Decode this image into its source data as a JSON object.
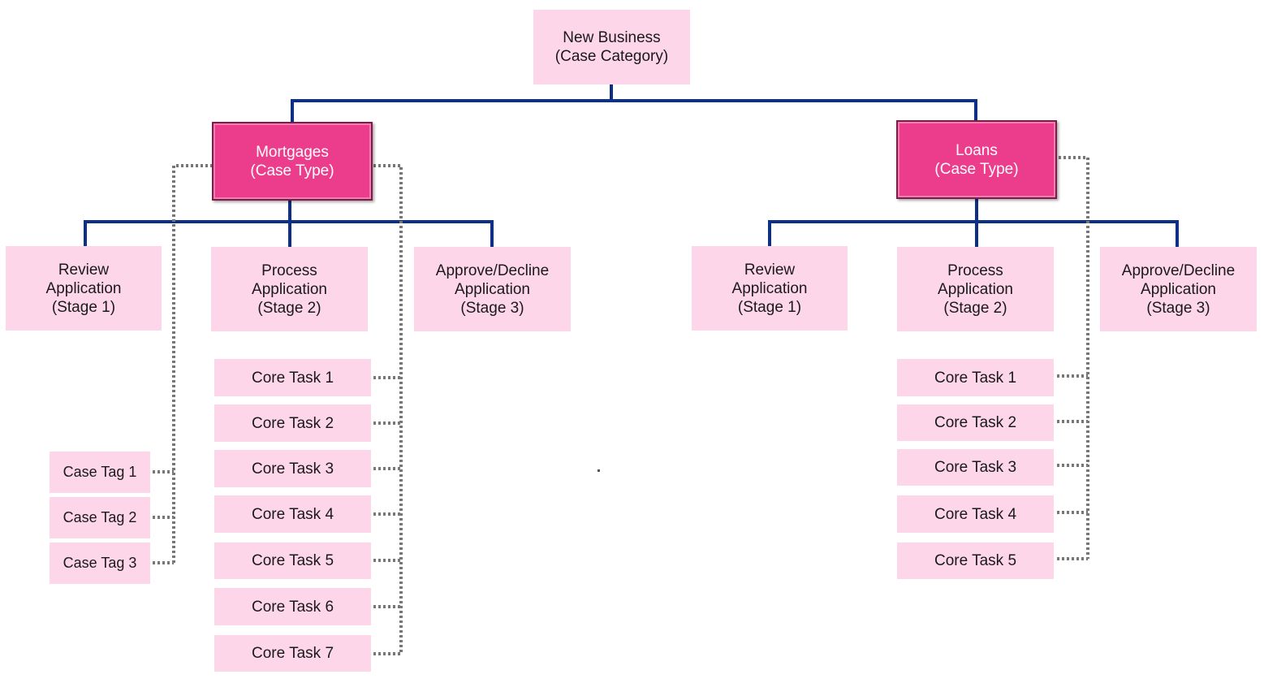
{
  "category": {
    "name": "New Business",
    "level": "(Case Category)"
  },
  "case_types": [
    {
      "name": "Mortgages",
      "level": "(Case Type)",
      "stages": [
        {
          "name": "Review",
          "sub": "Application",
          "level": "(Stage 1)"
        },
        {
          "name": "Process",
          "sub": "Application",
          "level": "(Stage 2)"
        },
        {
          "name": "Approve/Decline",
          "sub": "Application",
          "level": "(Stage 3)"
        }
      ],
      "tasks": [
        "Core Task 1",
        "Core Task 2",
        "Core Task 3",
        "Core Task 4",
        "Core Task 5",
        "Core Task 6",
        "Core Task 7"
      ],
      "tags": [
        "Case Tag 1",
        "Case Tag 2",
        "Case Tag 3"
      ]
    },
    {
      "name": "Loans",
      "level": "(Case Type)",
      "stages": [
        {
          "name": "Review",
          "sub": "Application",
          "level": "(Stage 1)"
        },
        {
          "name": "Process",
          "sub": "Application",
          "level": "(Stage 2)"
        },
        {
          "name": "Approve/Decline",
          "sub": "Application",
          "level": "(Stage 3)"
        }
      ],
      "tasks": [
        "Core Task 1",
        "Core Task 2",
        "Core Task 3",
        "Core Task 4",
        "Core Task 5"
      ]
    }
  ],
  "colors": {
    "box_fill": "#fdd6ea",
    "type_fill": "#ec3d8d",
    "tree_line": "#0d2f86",
    "dotted_line": "#777777"
  }
}
